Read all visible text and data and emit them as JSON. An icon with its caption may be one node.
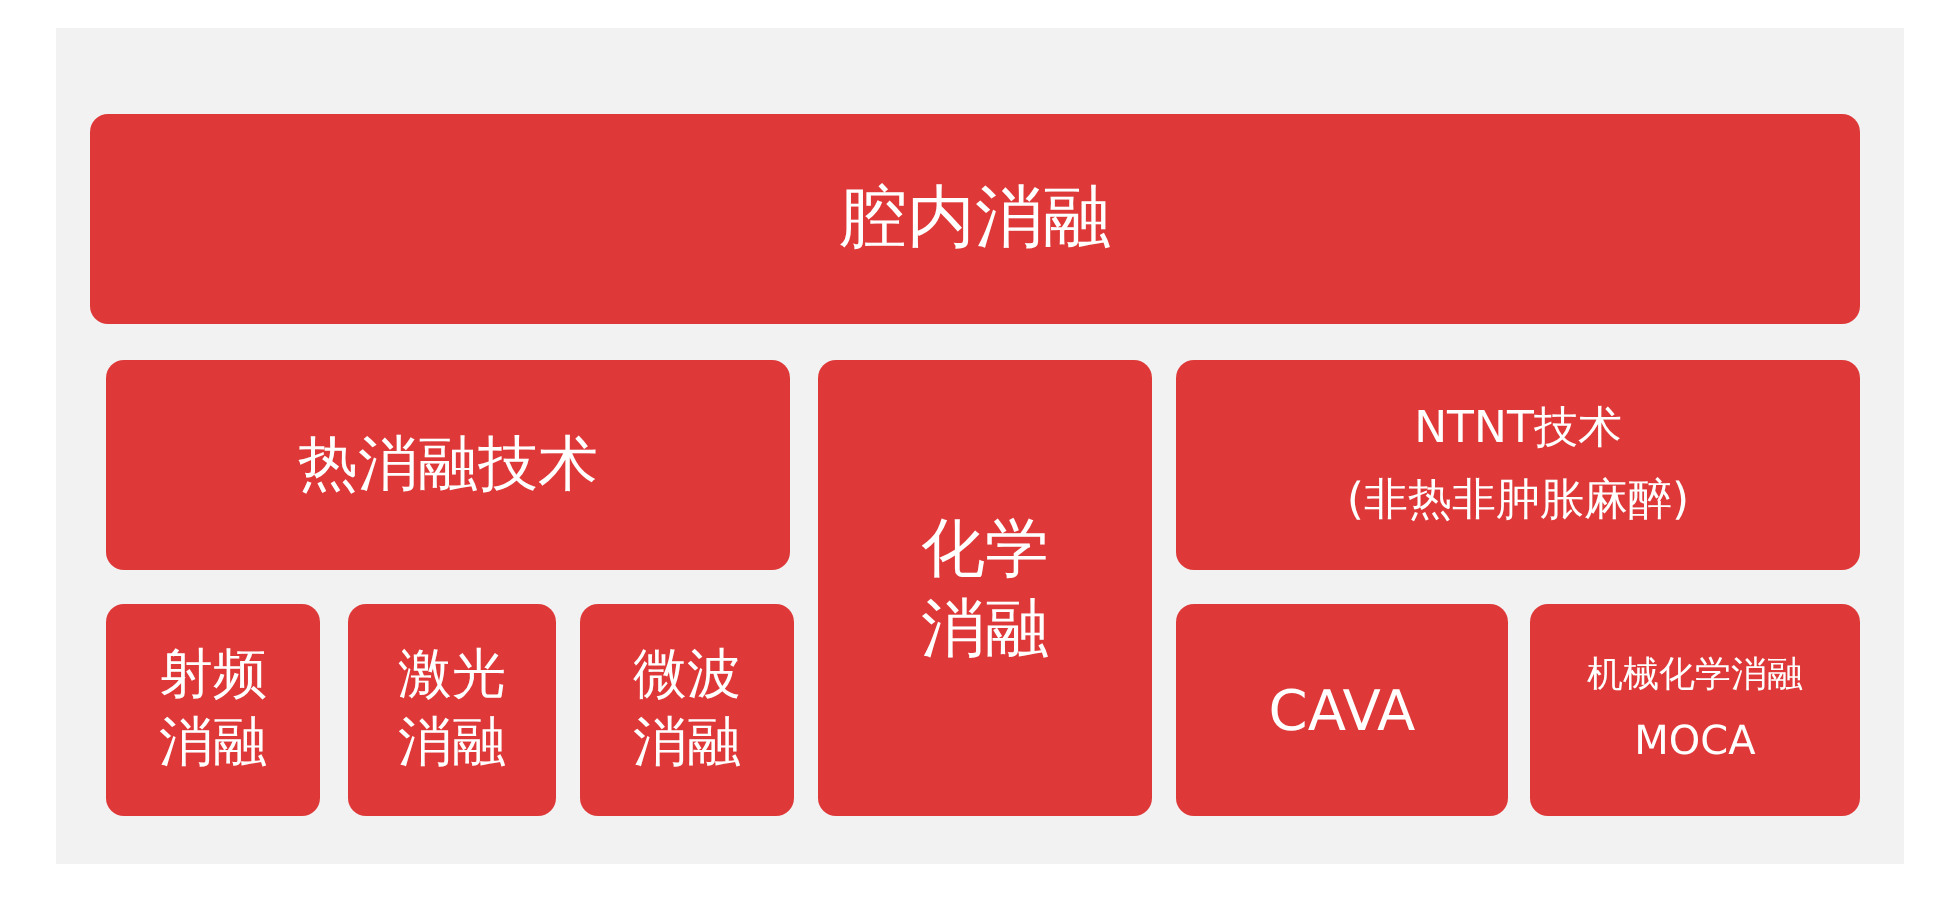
{
  "diagram": {
    "nodes": [
      {
        "text": [
          "腔内消融"
        ]
      },
      {
        "text": [
          "热消融技术"
        ]
      },
      {
        "text": [
          "射频消融"
        ]
      },
      {
        "text": [
          "激光消融"
        ]
      },
      {
        "text": [
          "微波消融"
        ]
      },
      {
        "text": [
          "化学消融"
        ]
      },
      {
        "text": [
          "NTNT技术",
          "(非热非肿胀麻醉)"
        ]
      },
      {
        "text": [
          "CAVA"
        ]
      },
      {
        "text": [
          "机械化学消融",
          "MOCA"
        ]
      }
    ]
  }
}
